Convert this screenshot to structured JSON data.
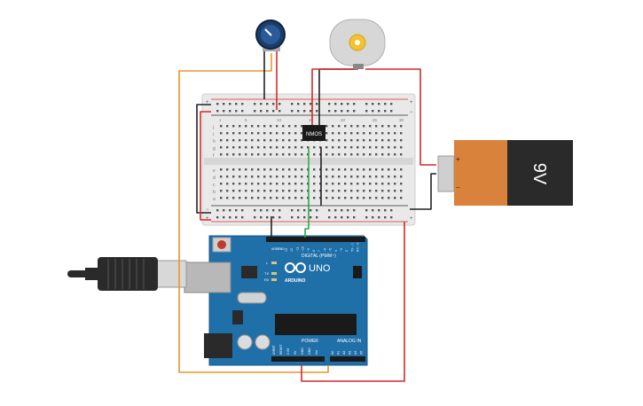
{
  "canvas": {
    "components": {
      "battery": {
        "voltage_label": "9V",
        "plus_label": "+",
        "minus_label": "−"
      },
      "mosfet": {
        "label": "NMOS"
      },
      "arduino": {
        "model_label": "UNO",
        "brand_label": "ARDUINO",
        "digital_header_label": "DIGITAL (PWM~)",
        "power_header_label": "POWER",
        "analog_header_label": "ANALOG IN",
        "aref_label": "AREF",
        "gnd_label": "GND",
        "led_l_label": "L",
        "tx_label": "TX",
        "rx_label": "RX",
        "digital_pins": [
          "13",
          "12",
          "~11",
          "~10",
          "~9",
          "8",
          "7",
          "~6",
          "~5",
          "4",
          "~3",
          "2",
          "TX→1",
          "RX←0"
        ],
        "power_pins": [
          "IOREF",
          "RESET",
          "3.3V",
          "5V",
          "GND",
          "GND",
          "Vin"
        ],
        "analog_pins": [
          "A0",
          "A1",
          "A2",
          "A3",
          "A4",
          "A5"
        ]
      },
      "breadboard": {
        "row_letters_top": [
          "j",
          "i",
          "h",
          "g",
          "f"
        ],
        "row_letters_bottom": [
          "e",
          "d",
          "c",
          "b",
          "a"
        ],
        "column_numbers": [
          "1",
          "5",
          "10",
          "15",
          "20",
          "25",
          "30"
        ],
        "rail_plus": "+",
        "rail_minus": "−"
      }
    },
    "colors": {
      "wire_red": "#d42a2a",
      "wire_black": "#222222",
      "wire_orange": "#e8962e",
      "wire_green": "#2ea84a",
      "arduino_board": "#1f6fa8",
      "battery_body": "#d9823b",
      "breadboard": "#e9e9e9"
    },
    "icons": [
      "potentiometer-icon",
      "dc-motor-icon",
      "usb-cable-icon",
      "nine-volt-battery-icon",
      "mosfet-icon",
      "arduino-uno-icon",
      "breadboard-icon"
    ]
  }
}
